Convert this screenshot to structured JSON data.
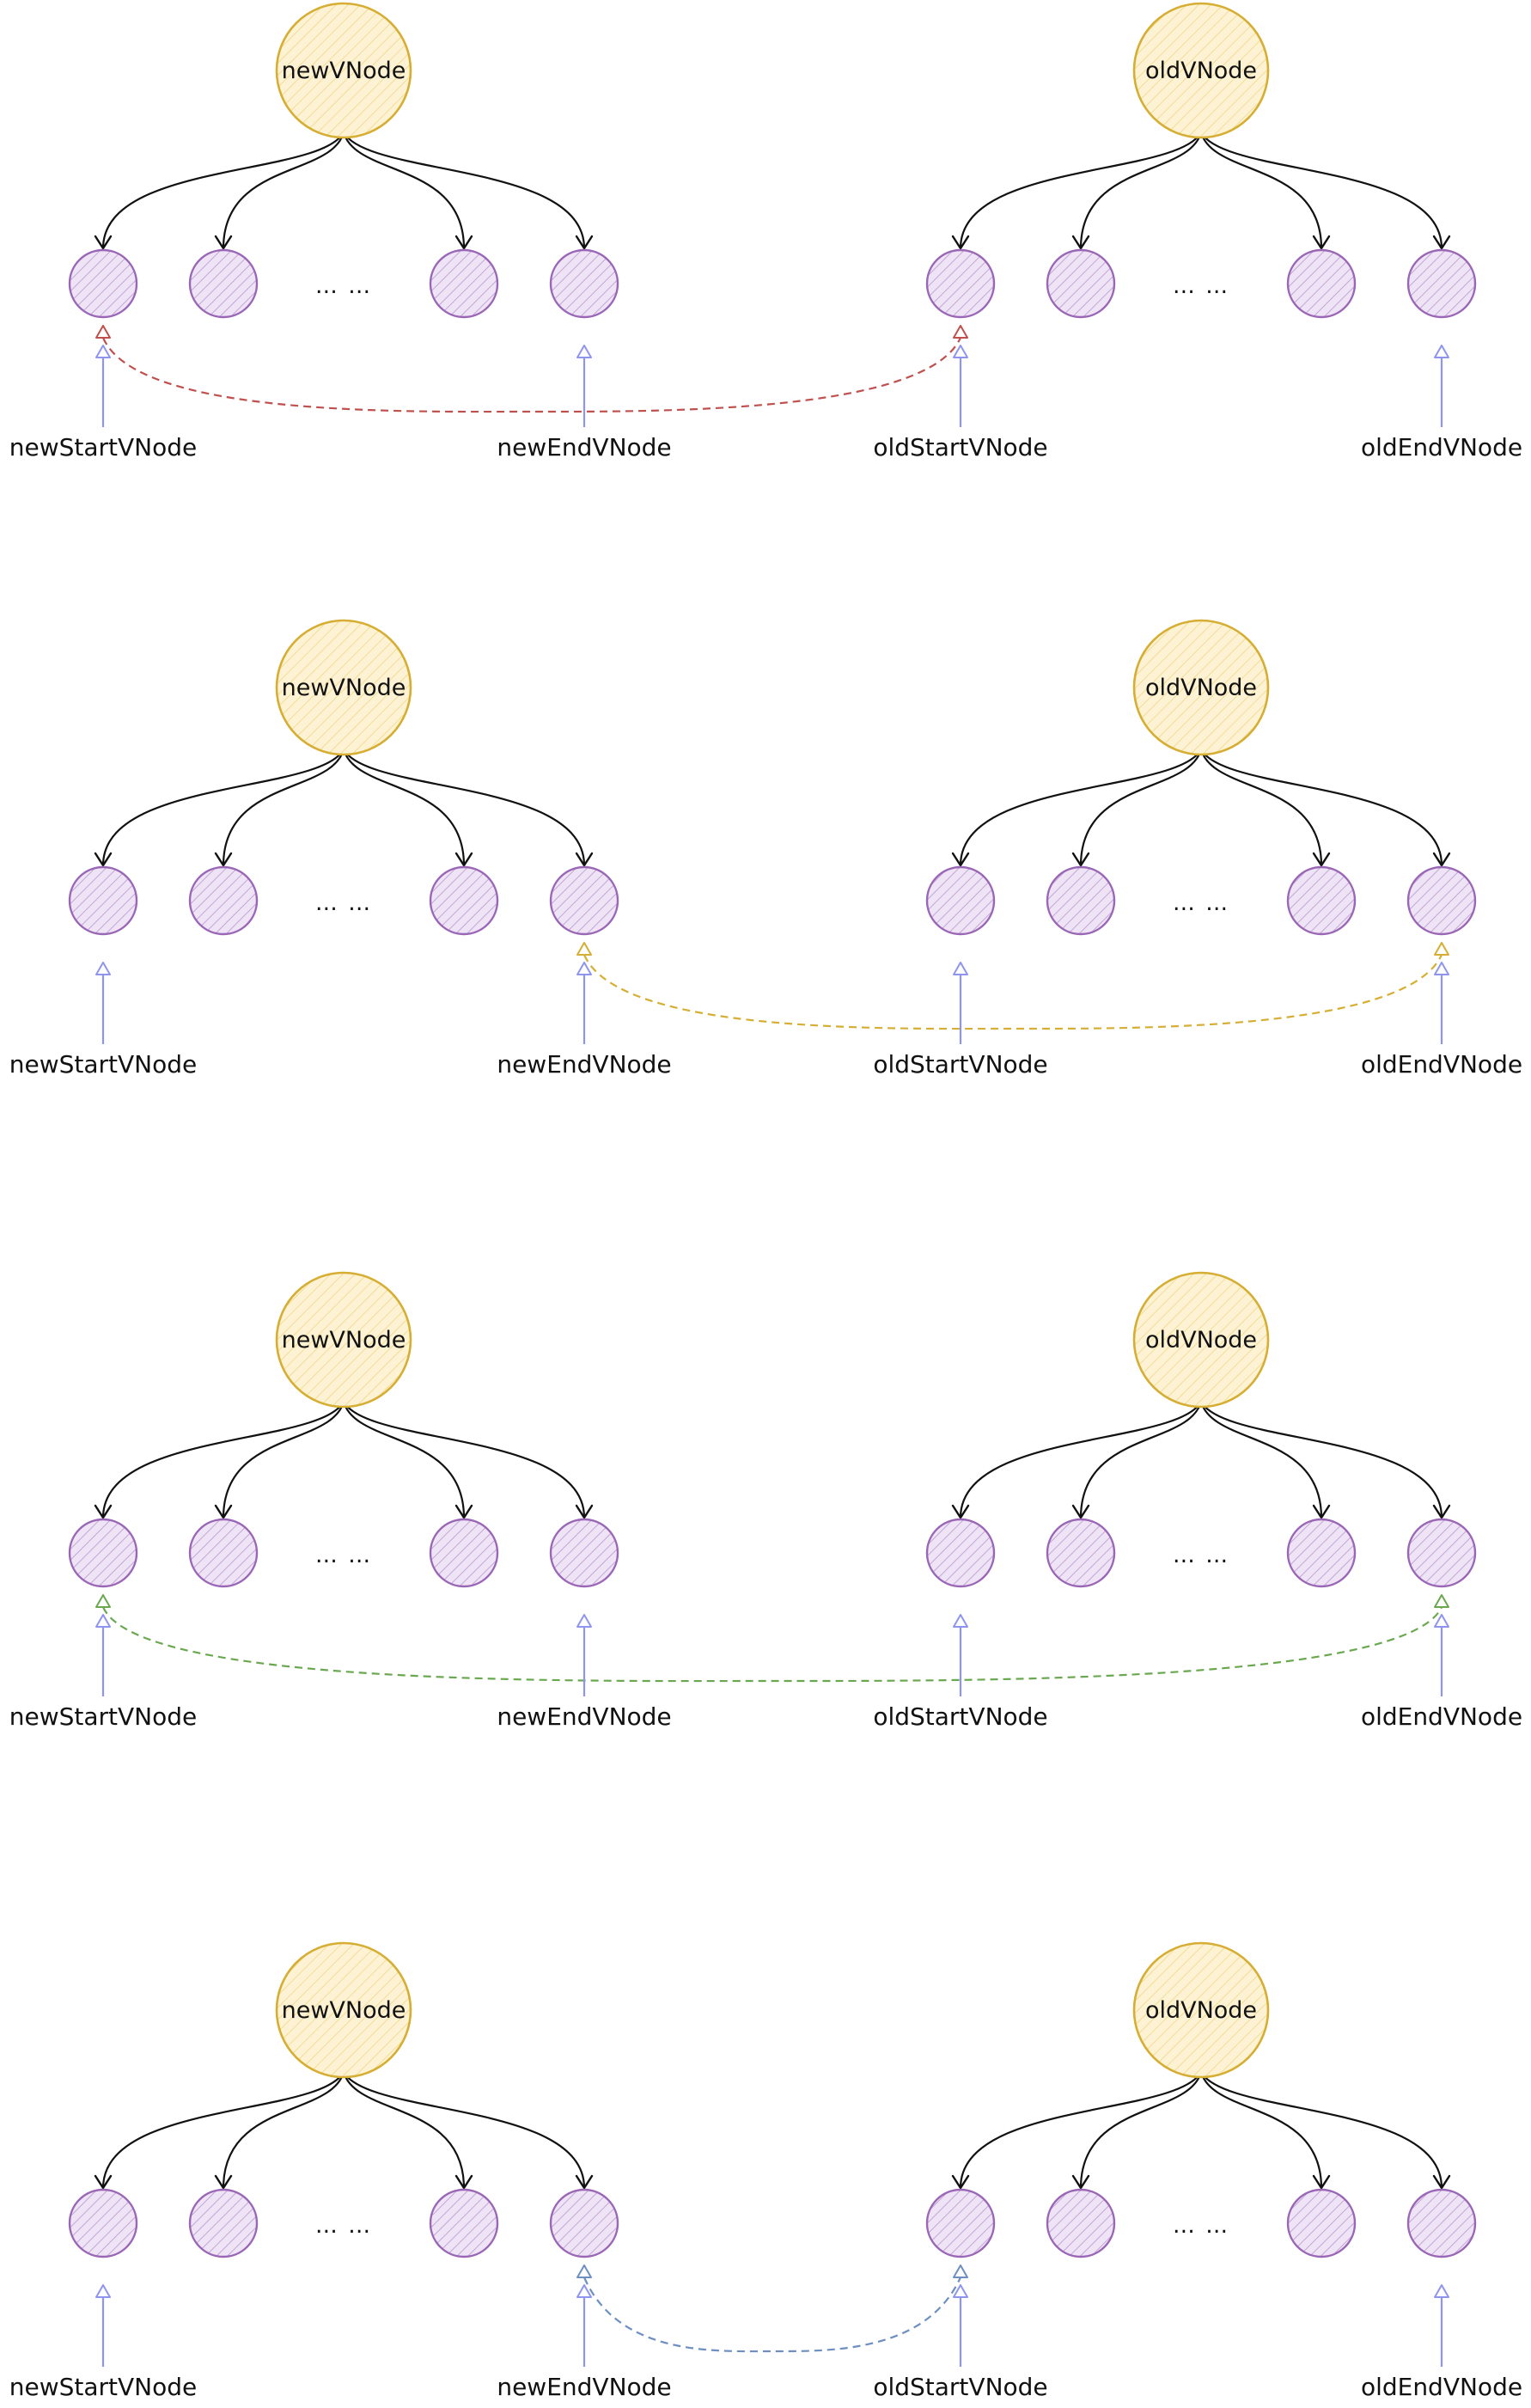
{
  "diagram": {
    "colors": {
      "root_fill": "#fdf3d4",
      "root_stroke": "#d6ae34",
      "child_fill": "#eee4f5",
      "child_stroke": "#9a66b6",
      "pointer_arrow": "#8f95ee",
      "tree_edge": "#111111"
    },
    "labels": {
      "new_root": "newVNode",
      "old_root": "oldVNode",
      "ellipsis": "… …",
      "new_start": "newStartVNode",
      "new_end": "newEndVNode",
      "old_start": "oldStartVNode",
      "old_end": "oldEndVNode"
    },
    "panels": [
      {
        "compare": {
          "from": "new_start",
          "to": "old_start",
          "color": "#c0504d"
        }
      },
      {
        "compare": {
          "from": "new_end",
          "to": "old_end",
          "color": "#d6ae34"
        }
      },
      {
        "compare": {
          "from": "new_start",
          "to": "old_end",
          "color": "#6aa84f"
        }
      },
      {
        "compare": {
          "from": "new_end",
          "to": "old_start",
          "color": "#6d8fc2"
        }
      }
    ]
  }
}
